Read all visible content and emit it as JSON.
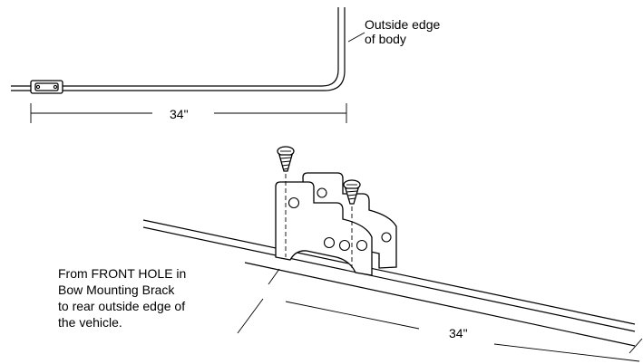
{
  "labels": {
    "outside_edge_line1": "Outside edge",
    "outside_edge_line2": "of body",
    "top_dimension": "34\"",
    "bottom_dimension": "34\"",
    "note_line1": "From FRONT HOLE in",
    "note_line2": "Bow Mounting Brack",
    "note_line3": "to rear outside edge of",
    "note_line4": "the vehicle."
  }
}
